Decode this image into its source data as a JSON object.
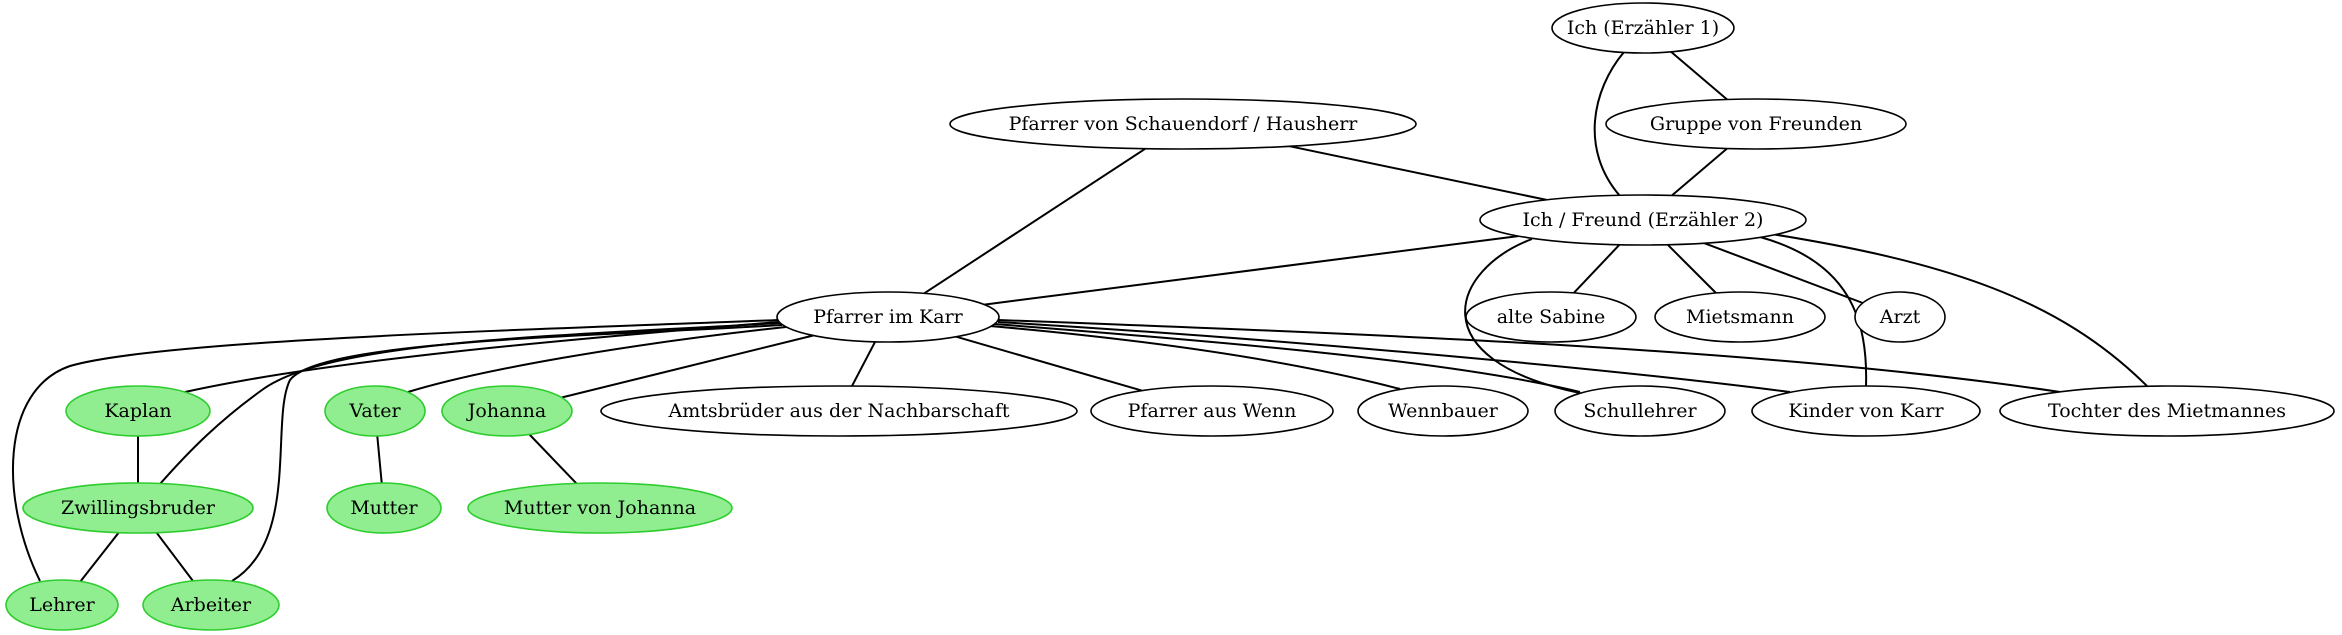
{
  "colors": {
    "plain_fill": "#ffffff",
    "plain_stroke": "#000000",
    "highlight_fill": "#90ee90",
    "highlight_stroke": "#2ecc2e",
    "edge": "#000000"
  },
  "nodes": {
    "ich_erzaehler_1": {
      "label": "Ich (Erzähler 1)",
      "highlight": false
    },
    "gruppe_von_freunden": {
      "label": "Gruppe von Freunden",
      "highlight": false
    },
    "pfarrer_von_schauendorf": {
      "label": "Pfarrer von Schauendorf / Hausherr",
      "highlight": false
    },
    "ich_freund_erzaehler_2": {
      "label": "Ich / Freund (Erzähler 2)",
      "highlight": false
    },
    "pfarrer_im_karr": {
      "label": "Pfarrer im Karr",
      "highlight": false
    },
    "alte_sabine": {
      "label": "alte Sabine",
      "highlight": false
    },
    "mietsmann": {
      "label": "Mietsmann",
      "highlight": false
    },
    "arzt": {
      "label": "Arzt",
      "highlight": false
    },
    "kaplan": {
      "label": "Kaplan",
      "highlight": true
    },
    "vater": {
      "label": "Vater",
      "highlight": true
    },
    "johanna": {
      "label": "Johanna",
      "highlight": true
    },
    "amtsbrueder": {
      "label": "Amtsbrüder aus der Nachbarschaft",
      "highlight": false
    },
    "pfarrer_aus_wenn": {
      "label": "Pfarrer aus Wenn",
      "highlight": false
    },
    "wennbauer": {
      "label": "Wennbauer",
      "highlight": false
    },
    "schullehrer": {
      "label": "Schullehrer",
      "highlight": false
    },
    "kinder_von_karr": {
      "label": "Kinder von Karr",
      "highlight": false
    },
    "tochter_des_mietmannes": {
      "label": "Tochter des Mietmannes",
      "highlight": false
    },
    "zwillingsbruder": {
      "label": "Zwillingsbruder",
      "highlight": true
    },
    "mutter": {
      "label": "Mutter",
      "highlight": true
    },
    "mutter_von_johanna": {
      "label": "Mutter von Johanna",
      "highlight": true
    },
    "lehrer": {
      "label": "Lehrer",
      "highlight": true
    },
    "arbeiter": {
      "label": "Arbeiter",
      "highlight": true
    }
  },
  "edges": [
    [
      "ich_erzaehler_1",
      "ich_freund_erzaehler_2"
    ],
    [
      "ich_erzaehler_1",
      "gruppe_von_freunden"
    ],
    [
      "gruppe_von_freunden",
      "ich_freund_erzaehler_2"
    ],
    [
      "pfarrer_von_schauendorf",
      "pfarrer_im_karr"
    ],
    [
      "pfarrer_von_schauendorf",
      "ich_freund_erzaehler_2"
    ],
    [
      "ich_freund_erzaehler_2",
      "pfarrer_im_karr"
    ],
    [
      "ich_freund_erzaehler_2",
      "alte_sabine"
    ],
    [
      "ich_freund_erzaehler_2",
      "mietsmann"
    ],
    [
      "ich_freund_erzaehler_2",
      "arzt"
    ],
    [
      "ich_freund_erzaehler_2",
      "schullehrer"
    ],
    [
      "ich_freund_erzaehler_2",
      "kinder_von_karr"
    ],
    [
      "ich_freund_erzaehler_2",
      "tochter_des_mietmannes"
    ],
    [
      "pfarrer_im_karr",
      "kaplan"
    ],
    [
      "pfarrer_im_karr",
      "vater"
    ],
    [
      "pfarrer_im_karr",
      "johanna"
    ],
    [
      "pfarrer_im_karr",
      "amtsbrueder"
    ],
    [
      "pfarrer_im_karr",
      "pfarrer_aus_wenn"
    ],
    [
      "pfarrer_im_karr",
      "wennbauer"
    ],
    [
      "pfarrer_im_karr",
      "schullehrer"
    ],
    [
      "pfarrer_im_karr",
      "kinder_von_karr"
    ],
    [
      "pfarrer_im_karr",
      "tochter_des_mietmannes"
    ],
    [
      "pfarrer_im_karr",
      "zwillingsbruder"
    ],
    [
      "pfarrer_im_karr",
      "lehrer"
    ],
    [
      "pfarrer_im_karr",
      "arbeiter"
    ],
    [
      "kaplan",
      "zwillingsbruder"
    ],
    [
      "zwillingsbruder",
      "lehrer"
    ],
    [
      "zwillingsbruder",
      "arbeiter"
    ],
    [
      "vater",
      "mutter"
    ],
    [
      "johanna",
      "mutter_von_johanna"
    ]
  ]
}
